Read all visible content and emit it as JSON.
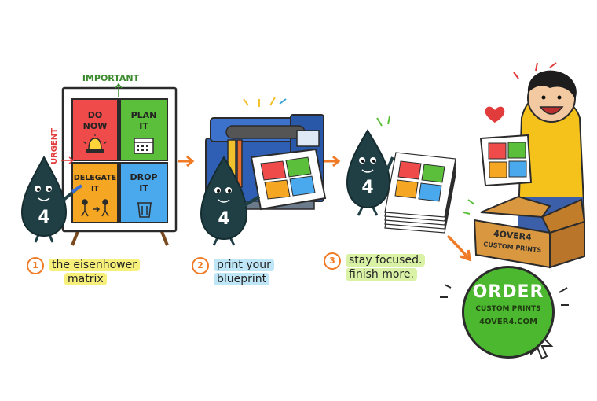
{
  "matrix": {
    "axis_top": "IMPORTANT",
    "axis_left": "URGENT",
    "quadrants": [
      {
        "label": "DO\nNOW",
        "color": "#ef4b4b"
      },
      {
        "label": "PLAN\nIT",
        "color": "#5cbf3c"
      },
      {
        "label": "DELEGATE\nIT",
        "color": "#f5a623"
      },
      {
        "label": "DROP\nIT",
        "color": "#4aa8ec"
      }
    ],
    "mascot_number": "4"
  },
  "steps": [
    {
      "number": "1",
      "caption_line1": "the eisenhower",
      "caption_line2": "matrix",
      "highlight": "#f6ef7a"
    },
    {
      "number": "2",
      "caption_line1": "print your",
      "caption_line2": "blueprint",
      "highlight": "#bfe6f7"
    },
    {
      "number": "3",
      "caption_line1": "stay focused.",
      "caption_line2": "finish more.",
      "highlight": "#d9f2a6"
    }
  ],
  "box": {
    "line1": "4OVER4",
    "line2": "CUSTOM PRINTS"
  },
  "order": {
    "title": "ORDER",
    "subtitle": "CUSTOM PRINTS",
    "url": "4OVER4.COM"
  },
  "colors": {
    "accent_orange": "#f07a25",
    "mascot": "#1f3f45",
    "order_green": "#4cb830"
  },
  "icons": [
    "siren-icon",
    "calendar-icon",
    "handoff-icon",
    "trash-icon",
    "heart-icon",
    "cursor-arrow-icon"
  ]
}
